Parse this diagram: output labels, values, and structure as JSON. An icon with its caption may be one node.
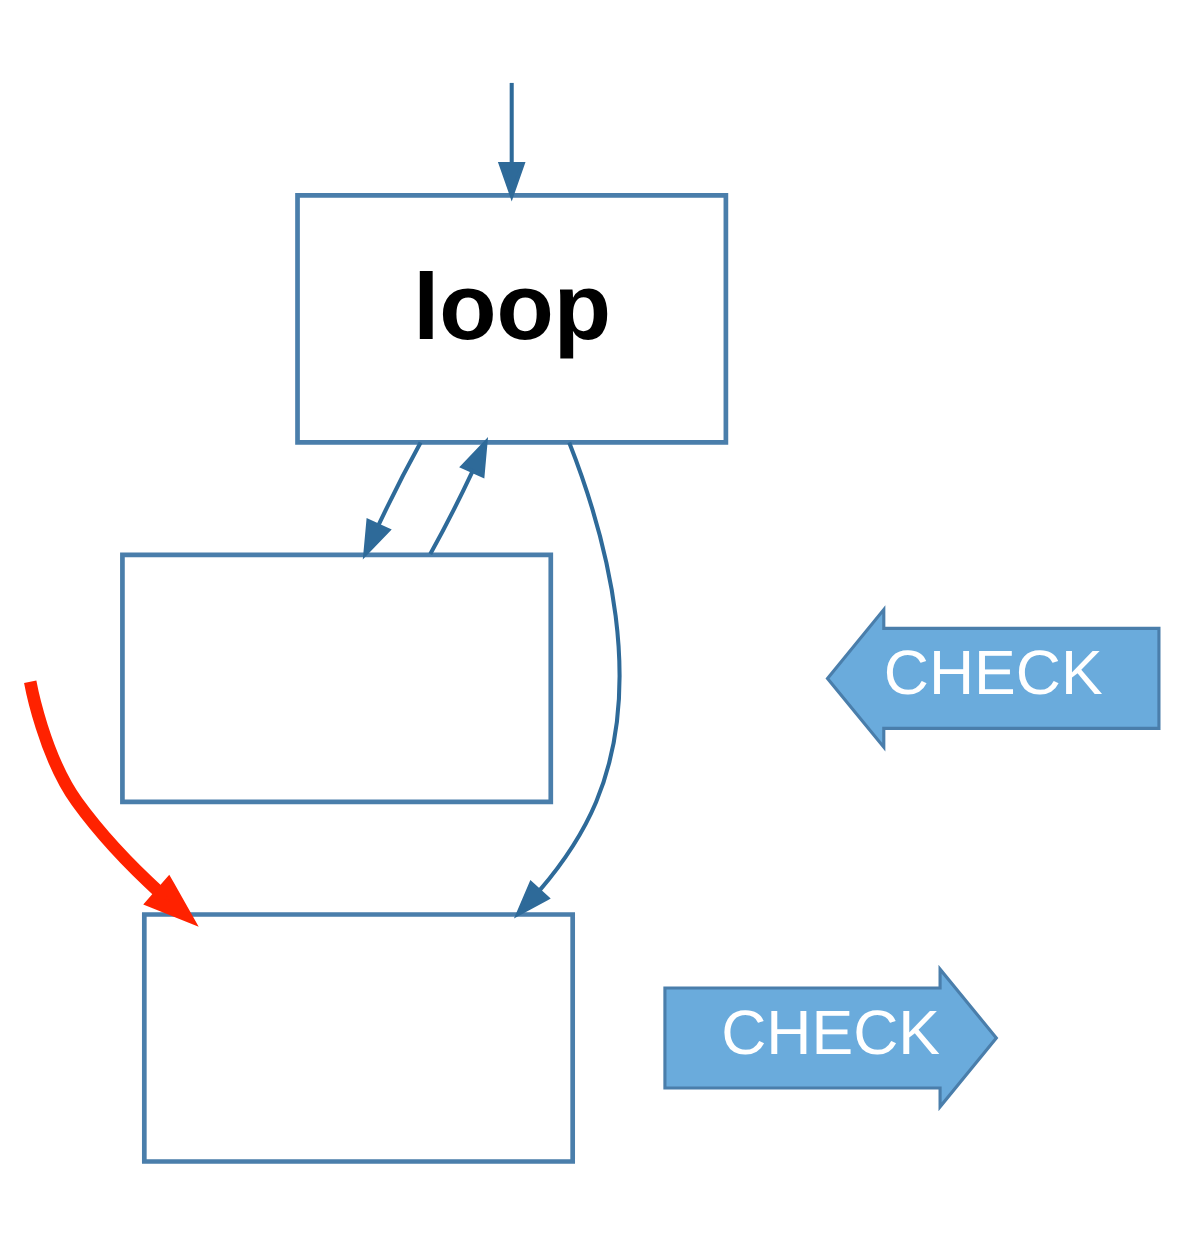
{
  "diagram": {
    "nodes": [
      {
        "text": [
          "loop"
        ]
      },
      {
        "text": [],
        "shape": "box"
      },
      {
        "text": [],
        "shape": "box"
      },
      {
        "text": [
          "CHECK"
        ]
      },
      {
        "text": [
          "CHECK"
        ]
      }
    ],
    "edges": [
      {
        "from": null,
        "to": 0,
        "arrow": "to"
      },
      {
        "from": 0,
        "to": 1,
        "arrow": "to"
      },
      {
        "from": 1,
        "to": 0,
        "arrow": "to"
      },
      {
        "from": 0,
        "to": 2,
        "arrow": "to"
      },
      {
        "from": null,
        "to": 2,
        "arrow": "to",
        "style": "thick",
        "color": "#ff2200"
      }
    ]
  }
}
